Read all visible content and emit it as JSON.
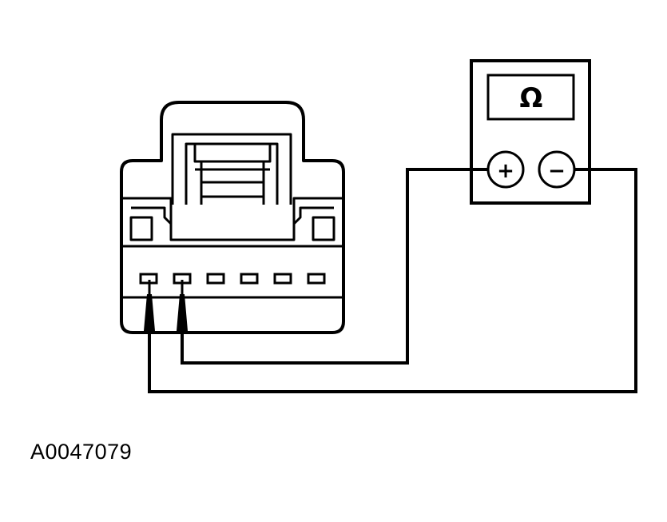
{
  "figure": {
    "id_label": "A0047079"
  },
  "meter": {
    "mode_symbol": "Ω",
    "positive_symbol": "+",
    "negative_symbol": "−"
  },
  "connector": {
    "terminal_count": 6,
    "probed_terminals": [
      1,
      2
    ]
  },
  "colors": {
    "line": "#000000",
    "background": "#ffffff"
  }
}
